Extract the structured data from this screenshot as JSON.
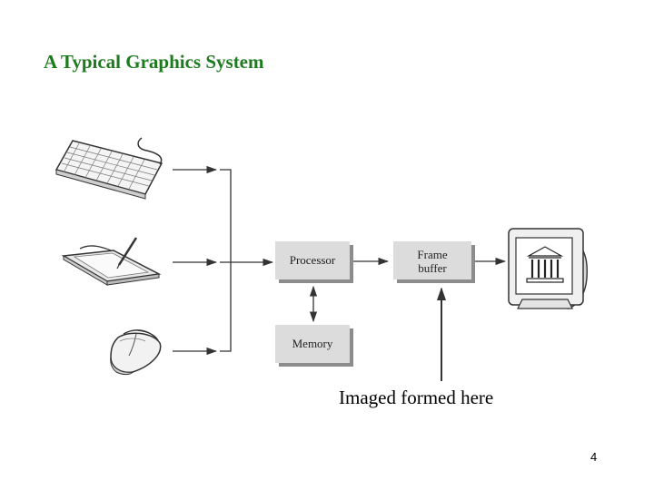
{
  "slide": {
    "title": "A Typical Graphics System",
    "annotation": "Imaged formed here",
    "page_number": "4"
  },
  "diagram": {
    "input_devices": [
      "keyboard-icon",
      "tablet-icon",
      "mouse-icon"
    ],
    "output_device": "monitor-icon",
    "blocks": {
      "processor": "Processor",
      "frame_buffer_line1": "Frame",
      "frame_buffer_line2": "buffer",
      "memory": "Memory"
    },
    "colors": {
      "title": "#1f7a1f",
      "block_fill": "#dcdcdc",
      "block_shadow": "#8c8c8c",
      "line": "#333333"
    }
  }
}
